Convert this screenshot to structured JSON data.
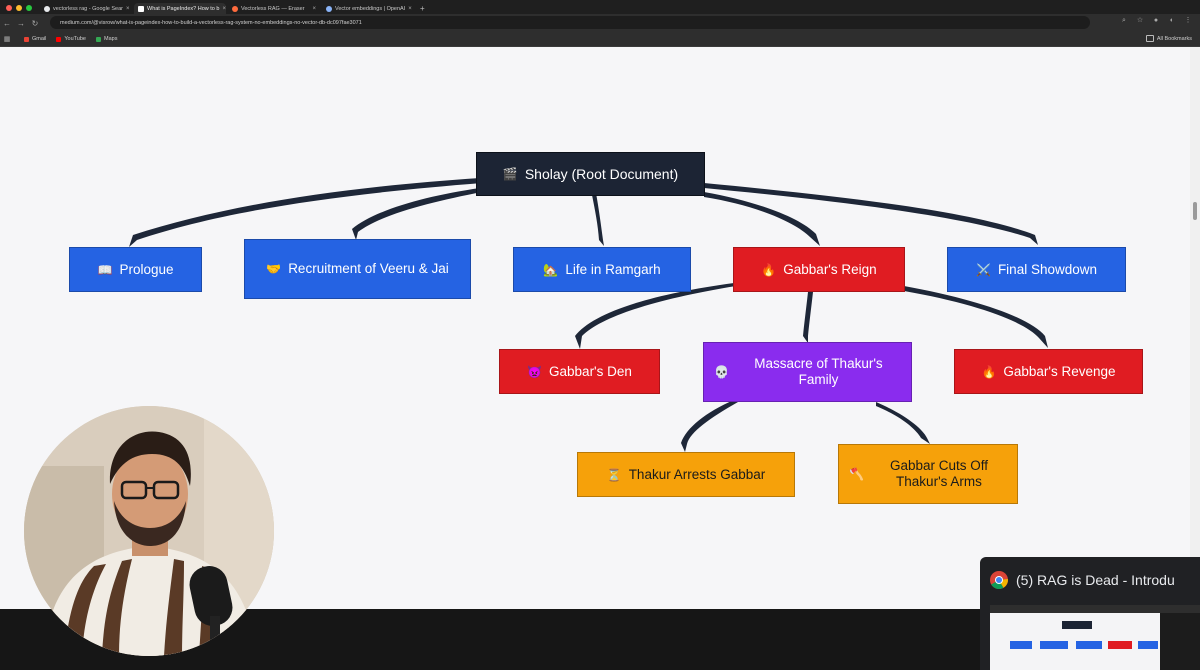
{
  "browser": {
    "tabs": [
      {
        "label": "vectorless rag - Google Sear",
        "favicon_color": "#e8eaed",
        "active": false
      },
      {
        "label": "What is PageIndex? How to b",
        "favicon_color": "#ffffff",
        "active": true
      },
      {
        "label": "Vectorless RAG — Eraser",
        "favicon_color": "#ff6b3d",
        "active": false
      },
      {
        "label": "Vector embeddings | OpenAI",
        "favicon_color": "#8ab4f8",
        "active": false
      }
    ],
    "url": "medium.com/@visrow/what-is-pageindex-how-to-build-a-vectorless-rag-system-no-embeddings-no-vector-db-dc097fae3071",
    "bookmarks": [
      {
        "label": "Gmail",
        "color": "#ea4335"
      },
      {
        "label": "YouTube",
        "color": "#ff0000"
      },
      {
        "label": "Maps",
        "color": "#34a853"
      }
    ],
    "all_bookmarks_label": "All Bookmarks"
  },
  "diagram": {
    "root": {
      "icon": "🎬",
      "label": "Sholay (Root Document)"
    },
    "level1": [
      {
        "icon": "📖",
        "label": "Prologue",
        "color": "blue"
      },
      {
        "icon": "🤝",
        "label": "Recruitment of Veeru & Jai",
        "color": "blue"
      },
      {
        "icon": "🏡",
        "label": "Life in Ramgarh",
        "color": "blue"
      },
      {
        "icon": "🔥",
        "label": "Gabbar's Reign",
        "color": "red"
      },
      {
        "icon": "⚔️",
        "label": "Final Showdown",
        "color": "blue"
      }
    ],
    "level2": [
      {
        "icon": "👿",
        "label": "Gabbar's Den",
        "color": "red"
      },
      {
        "icon": "💀",
        "label": "Massacre of Thakur's Family",
        "color": "purple"
      },
      {
        "icon": "🔥",
        "label": "Gabbar's Revenge",
        "color": "red"
      }
    ],
    "level3": [
      {
        "icon": "⏳",
        "label": "Thakur Arrests Gabbar",
        "color": "orange"
      },
      {
        "icon": "🪓",
        "label": "Gabbar Cuts Off Thakur's Arms",
        "color": "orange"
      }
    ]
  },
  "pip": {
    "title": "(5) RAG is Dead - Introdu"
  }
}
